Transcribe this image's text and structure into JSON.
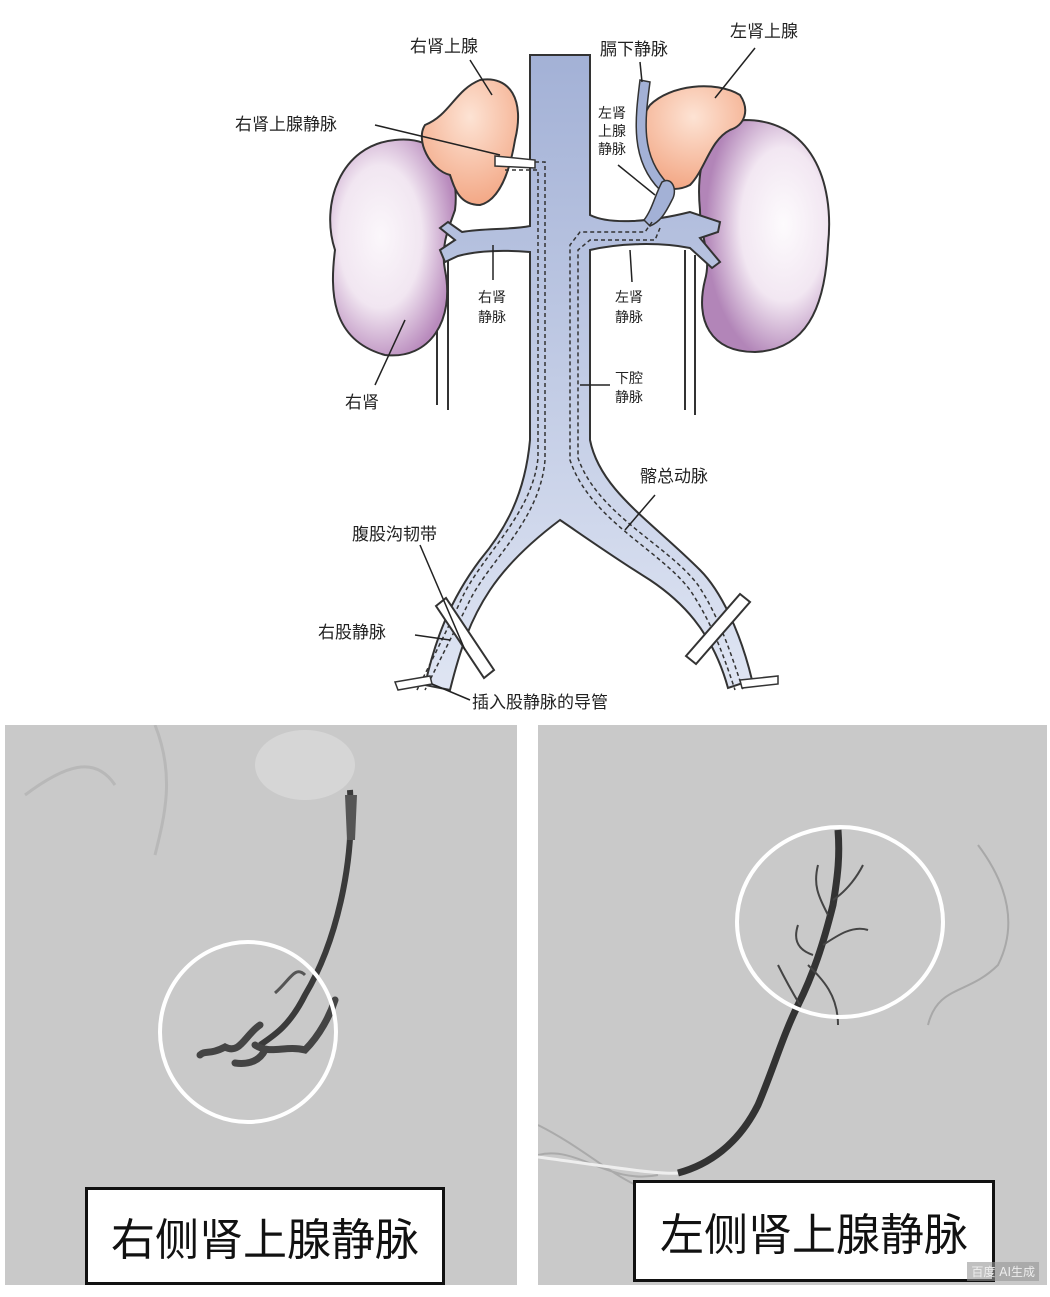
{
  "diagram": {
    "labels": {
      "right_adrenal": "右肾上腺",
      "inferior_phrenic_vein": "膈下静脉",
      "left_adrenal": "左肾上腺",
      "right_adrenal_vein": "右肾上腺静脉",
      "left_adrenal_vein_1": "左肾",
      "left_adrenal_vein_2": "上腺",
      "left_adrenal_vein_3": "静脉",
      "right_renal_vein_1": "右肾",
      "right_renal_vein_2": "静脉",
      "left_renal_vein_1": "左肾",
      "left_renal_vein_2": "静脉",
      "right_kidney": "右肾",
      "ivc_1": "下腔",
      "ivc_2": "静脉",
      "common_iliac": "髂总动脉",
      "inguinal_ligament": "腹股沟韧带",
      "right_femoral_vein": "右股静脉",
      "catheter": "插入股静脉的导管"
    },
    "colors": {
      "vein": "#a9b6d8",
      "kidney": "#c9a6cc",
      "adrenal": "#f6b595"
    }
  },
  "panels": {
    "left_caption": "右侧肾上腺静脉",
    "right_caption": "左侧肾上腺静脉"
  },
  "watermark": "百度 AI生成"
}
